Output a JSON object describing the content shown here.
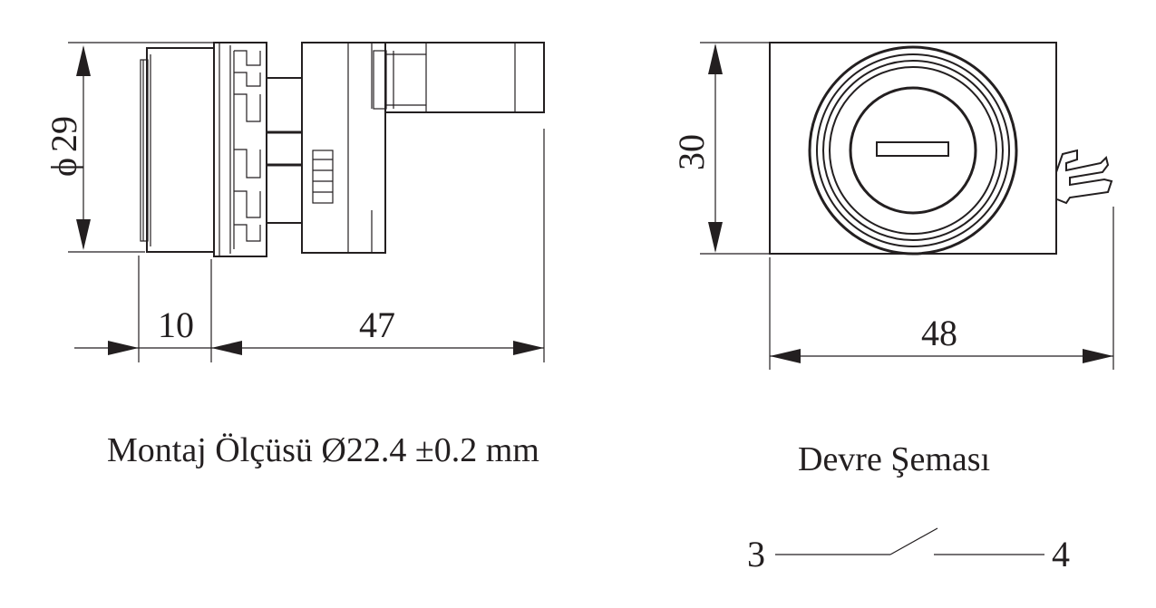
{
  "side_view": {
    "diameter_symbol": "ϕ",
    "diameter_value": "29",
    "dim_front": "10",
    "dim_body": "47"
  },
  "front_view": {
    "dim_height": "30",
    "dim_width": "48"
  },
  "captions": {
    "mounting": "Montaj Ölçüsü Ø22.4 ±0.2 mm",
    "circuit": "Devre Şeması"
  },
  "circuit": {
    "terminal_left": "3",
    "terminal_right": "4"
  }
}
